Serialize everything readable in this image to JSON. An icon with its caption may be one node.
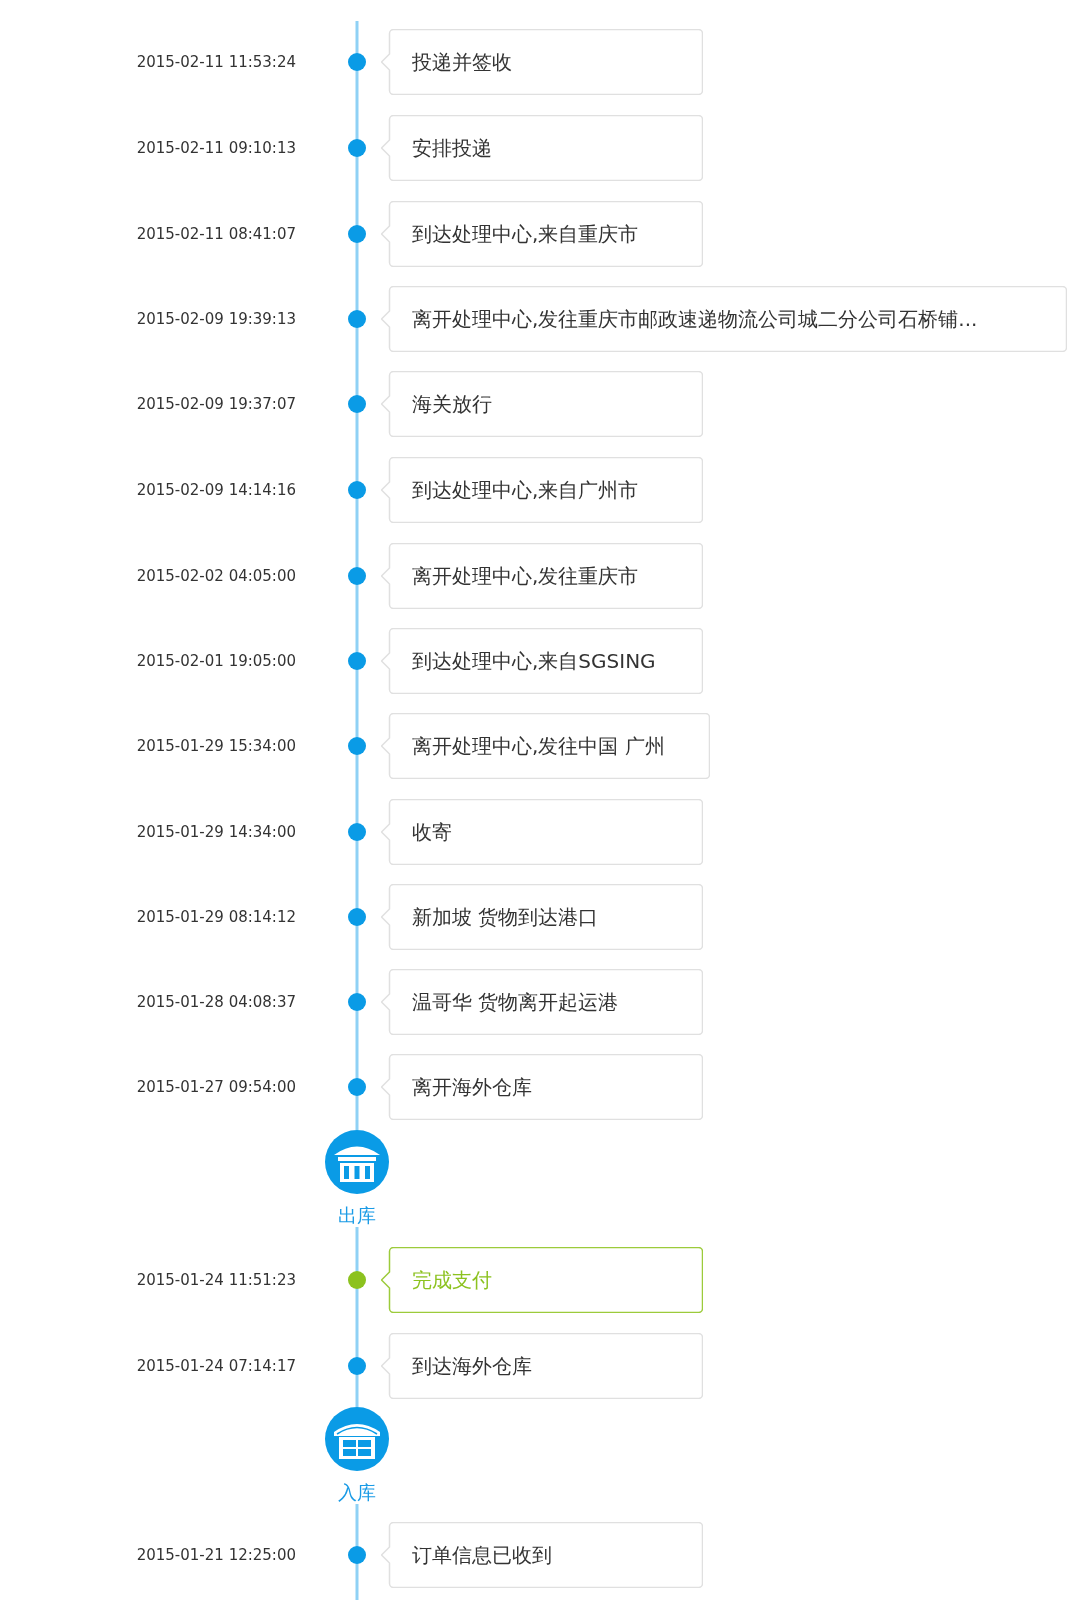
{
  "diagram": {
    "nodes": [
      {
        "text": [
          "投递并签收"
        ]
      },
      {
        "text": [
          "安排投递"
        ]
      },
      {
        "text": [
          "到达处理中心,来自重庆市"
        ]
      },
      {
        "text": [
          "离开处理中心,发往重庆市邮政速递物流公司城二分公司石桥铺..."
        ]
      },
      {
        "text": [
          "海关放行"
        ]
      },
      {
        "text": [
          "到达处理中心,来自广州市"
        ]
      },
      {
        "text": [
          "离开处理中心,发往重庆市"
        ]
      },
      {
        "text": [
          "到达处理中心,来自SGSING"
        ]
      },
      {
        "text": [
          "离开处理中心,发往中国 广州"
        ]
      },
      {
        "text": [
          "收寄"
        ]
      },
      {
        "text": [
          "新加坡 货物到达港口"
        ]
      },
      {
        "text": [
          "温哥华 货物离开起运港"
        ]
      },
      {
        "text": [
          "离开海外仓库"
        ]
      },
      {
        "text": [
          "出库"
        ]
      },
      {
        "text": [
          "完成支付"
        ]
      },
      {
        "text": [
          "到达海外仓库"
        ]
      },
      {
        "text": [
          "入库"
        ]
      },
      {
        "text": [
          "订单信息已收到"
        ]
      }
    ],
    "edges": [
      {
        "from": null,
        "to": 13,
        "arrow": "none"
      },
      {
        "from": 13,
        "to": 16,
        "arrow": "none"
      },
      {
        "from": 16,
        "to": null,
        "arrow": "none"
      }
    ],
    "labels": [
      "2015-02-11 11:53:24",
      "2015-02-11 09:10:13",
      "2015-02-11 08:41:07",
      "2015-02-09 19:39:13",
      "2015-02-09 19:37:07",
      "2015-02-09 14:14:16",
      "2015-02-02 04:05:00",
      "2015-02-01 19:05:00",
      "2015-01-29 15:34:00",
      "2015-01-29 14:34:00",
      "2015-01-29 08:14:12",
      "2015-01-28 04:08:37",
      "2015-01-27 09:54:00",
      "2015-01-24 11:51:23",
      "2015-01-24 07:14:17",
      "2015-01-21 12:25:00"
    ]
  }
}
